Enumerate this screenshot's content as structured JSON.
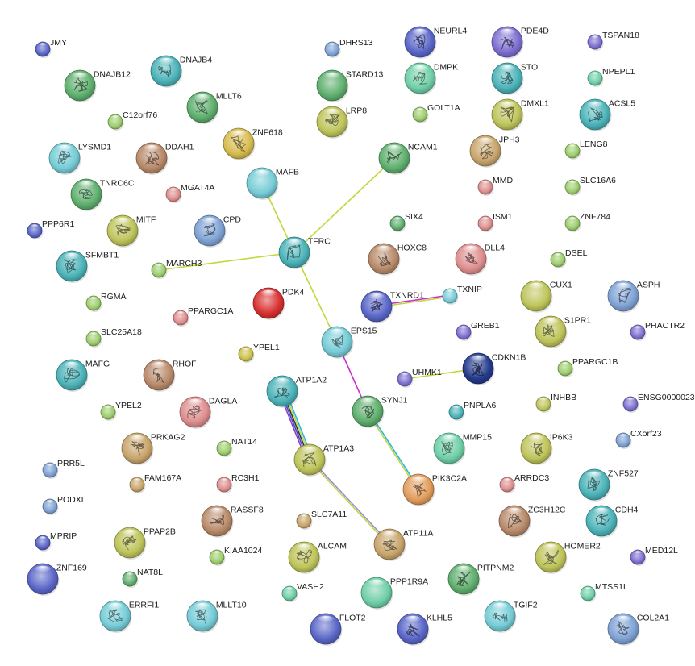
{
  "network": {
    "colors": {
      "blue": "#5a66c8",
      "lightblue": "#7fa2d4",
      "green": "#5faf6e",
      "mint": "#6fcfa7",
      "teal": "#4bb3b8",
      "cyan": "#76ccd6",
      "olive": "#bec45a",
      "yellow": "#cdc14a",
      "tan": "#c8a56c",
      "brown": "#b88a6a",
      "pink": "#de8e8e",
      "red": "#d83030",
      "purple": "#7c6fd0",
      "lime": "#9ccd6b",
      "navy": "#243a8c",
      "gold": "#d8bc50",
      "orange": "#e29d5c"
    },
    "edge_colors": {
      "yellowgreen": "#c3d63c",
      "magenta": "#cc2ecc",
      "cyan": "#29b6d8",
      "blue": "#3c46cc",
      "black": "#333333",
      "green": "#33b34a",
      "purple": "#8a3cc8",
      "lavender": "#9a8ed8"
    },
    "nodes": [
      {
        "id": "JMY",
        "label": "JMY",
        "size": "s",
        "color": "blue",
        "struct": false
      },
      {
        "id": "DNAJB12",
        "label": "DNAJB12",
        "size": "l",
        "color": "green",
        "struct": true
      },
      {
        "id": "DNAJB4",
        "label": "DNAJB4",
        "size": "l",
        "color": "teal",
        "struct": true
      },
      {
        "id": "DHRS13",
        "label": "DHRS13",
        "size": "s",
        "color": "lightblue",
        "struct": false
      },
      {
        "id": "NEURL4",
        "label": "NEURL4",
        "size": "l",
        "color": "blue",
        "struct": true
      },
      {
        "id": "PDE4D",
        "label": "PDE4D",
        "size": "l",
        "color": "purple",
        "struct": true
      },
      {
        "id": "TSPAN18",
        "label": "TSPAN18",
        "size": "s",
        "color": "purple",
        "struct": false
      },
      {
        "id": "STARD13",
        "label": "STARD13",
        "size": "l",
        "color": "green",
        "struct": false
      },
      {
        "id": "DMPK",
        "label": "DMPK",
        "size": "l",
        "color": "mint",
        "struct": true
      },
      {
        "id": "STO",
        "label": "STO",
        "size": "l",
        "color": "teal",
        "struct": true
      },
      {
        "id": "NPEPL1",
        "label": "NPEPL1",
        "size": "s",
        "color": "mint",
        "struct": false
      },
      {
        "id": "MLLT6",
        "label": "MLLT6",
        "size": "l",
        "color": "green",
        "struct": true
      },
      {
        "id": "C12orf76",
        "label": "C12orf76",
        "size": "s",
        "color": "lime",
        "struct": false
      },
      {
        "id": "LRP8",
        "label": "LRP8",
        "size": "l",
        "color": "olive",
        "struct": true
      },
      {
        "id": "GOLT1A",
        "label": "GOLT1A",
        "size": "s",
        "color": "lime",
        "struct": false
      },
      {
        "id": "DMXL1",
        "label": "DMXL1",
        "size": "l",
        "color": "olive",
        "struct": true
      },
      {
        "id": "ACSL5",
        "label": "ACSL5",
        "size": "l",
        "color": "teal",
        "struct": true
      },
      {
        "id": "LYSMD1",
        "label": "LYSMD1",
        "size": "l",
        "color": "cyan",
        "struct": true
      },
      {
        "id": "DDAH1",
        "label": "DDAH1",
        "size": "l",
        "color": "brown",
        "struct": true
      },
      {
        "id": "ZNF618",
        "label": "ZNF618",
        "size": "l",
        "color": "gold",
        "struct": true
      },
      {
        "id": "NCAM1",
        "label": "NCAM1",
        "size": "l",
        "color": "green",
        "struct": true
      },
      {
        "id": "JPH3",
        "label": "JPH3",
        "size": "l",
        "color": "tan",
        "struct": true
      },
      {
        "id": "LENG8",
        "label": "LENG8",
        "size": "s",
        "color": "lime",
        "struct": false
      },
      {
        "id": "MAFB",
        "label": "MAFB",
        "size": "l",
        "color": "cyan",
        "struct": false
      },
      {
        "id": "TNRC6C",
        "label": "TNRC6C",
        "size": "l",
        "color": "green",
        "struct": true
      },
      {
        "id": "MGAT4A",
        "label": "MGAT4A",
        "size": "s",
        "color": "pink",
        "struct": false
      },
      {
        "id": "MMD",
        "label": "MMD",
        "size": "s",
        "color": "pink",
        "struct": false
      },
      {
        "id": "SLC16A6",
        "label": "SLC16A6",
        "size": "s",
        "color": "lime",
        "struct": false
      },
      {
        "id": "PPP6R1",
        "label": "PPP6R1",
        "size": "s",
        "color": "blue",
        "struct": false
      },
      {
        "id": "MITF",
        "label": "MITF",
        "size": "l",
        "color": "olive",
        "struct": true
      },
      {
        "id": "CPD",
        "label": "CPD",
        "size": "l",
        "color": "lightblue",
        "struct": true
      },
      {
        "id": "SIX4",
        "label": "SIX4",
        "size": "s",
        "color": "green",
        "struct": false
      },
      {
        "id": "ISM1",
        "label": "ISM1",
        "size": "s",
        "color": "pink",
        "struct": false
      },
      {
        "id": "ZNF784",
        "label": "ZNF784",
        "size": "s",
        "color": "lime",
        "struct": false
      },
      {
        "id": "TFRC",
        "label": "TFRC",
        "size": "l",
        "color": "teal",
        "struct": true
      },
      {
        "id": "SFMBT1",
        "label": "SFMBT1",
        "size": "l",
        "color": "teal",
        "struct": true
      },
      {
        "id": "MARCH3",
        "label": "MARCH3",
        "size": "s",
        "color": "lime",
        "struct": false
      },
      {
        "id": "HOXC8",
        "label": "HOXC8",
        "size": "l",
        "color": "brown",
        "struct": true
      },
      {
        "id": "DLL4",
        "label": "DLL4",
        "size": "l",
        "color": "pink",
        "struct": true
      },
      {
        "id": "DSEL",
        "label": "DSEL",
        "size": "s",
        "color": "lime",
        "struct": false
      },
      {
        "id": "PDK4",
        "label": "PDK4",
        "size": "l",
        "color": "red",
        "struct": false
      },
      {
        "id": "TXNRD1",
        "label": "TXNRD1",
        "size": "l",
        "color": "blue",
        "struct": true
      },
      {
        "id": "TXNIP",
        "label": "TXNIP",
        "size": "s",
        "color": "cyan",
        "struct": false
      },
      {
        "id": "CUX1",
        "label": "CUX1",
        "size": "l",
        "color": "olive",
        "struct": false
      },
      {
        "id": "ASPH",
        "label": "ASPH",
        "size": "l",
        "color": "lightblue",
        "struct": true
      },
      {
        "id": "RGMA",
        "label": "RGMA",
        "size": "s",
        "color": "lime",
        "struct": false
      },
      {
        "id": "PPARGC1A",
        "label": "PPARGC1A",
        "size": "s",
        "color": "pink",
        "struct": false
      },
      {
        "id": "EPS15",
        "label": "EPS15",
        "size": "l",
        "color": "cyan",
        "struct": true
      },
      {
        "id": "S1PR1",
        "label": "S1PR1",
        "size": "l",
        "color": "olive",
        "struct": true
      },
      {
        "id": "SLC25A18",
        "label": "SLC25A18",
        "size": "s",
        "color": "lime",
        "struct": false
      },
      {
        "id": "YPEL1",
        "label": "YPEL1",
        "size": "s",
        "color": "yellow",
        "struct": false
      },
      {
        "id": "GREB1",
        "label": "GREB1",
        "size": "s",
        "color": "purple",
        "struct": false
      },
      {
        "id": "PHACTR2",
        "label": "PHACTR2",
        "size": "s",
        "color": "purple",
        "struct": false
      },
      {
        "id": "MAFG",
        "label": "MAFG",
        "size": "l",
        "color": "teal",
        "struct": true
      },
      {
        "id": "RHOF",
        "label": "RHOF",
        "size": "l",
        "color": "brown",
        "struct": true
      },
      {
        "id": "CDKN1B",
        "label": "CDKN1B",
        "size": "l",
        "color": "navy",
        "struct": true
      },
      {
        "id": "PPARGC1B",
        "label": "PPARGC1B",
        "size": "s",
        "color": "lime",
        "struct": false
      },
      {
        "id": "ATP1A2",
        "label": "ATP1A2",
        "size": "l",
        "color": "teal",
        "struct": true
      },
      {
        "id": "UHMK1",
        "label": "UHMK1",
        "size": "s",
        "color": "purple",
        "struct": false
      },
      {
        "id": "YPEL2",
        "label": "YPEL2",
        "size": "s",
        "color": "lime",
        "struct": false
      },
      {
        "id": "DAGLA",
        "label": "DAGLA",
        "size": "l",
        "color": "pink",
        "struct": true
      },
      {
        "id": "SYNJ1",
        "label": "SYNJ1",
        "size": "l",
        "color": "green",
        "struct": true
      },
      {
        "id": "INHBB",
        "label": "INHBB",
        "size": "s",
        "color": "olive",
        "struct": false
      },
      {
        "id": "ENSG",
        "label": "ENSG0000023",
        "size": "s",
        "color": "purple",
        "struct": false
      },
      {
        "id": "PNPLA6",
        "label": "PNPLA6",
        "size": "s",
        "color": "teal",
        "struct": false
      },
      {
        "id": "PRKAG2",
        "label": "PRKAG2",
        "size": "l",
        "color": "tan",
        "struct": true
      },
      {
        "id": "NAT14",
        "label": "NAT14",
        "size": "s",
        "color": "lime",
        "struct": false
      },
      {
        "id": "MMP15",
        "label": "MMP15",
        "size": "l",
        "color": "mint",
        "struct": true
      },
      {
        "id": "IP6K3",
        "label": "IP6K3",
        "size": "l",
        "color": "olive",
        "struct": true
      },
      {
        "id": "CXorf23",
        "label": "CXorf23",
        "size": "s",
        "color": "lightblue",
        "struct": false
      },
      {
        "id": "ATP1A3",
        "label": "ATP1A3",
        "size": "l",
        "color": "olive",
        "struct": true
      },
      {
        "id": "PRR5L",
        "label": "PRR5L",
        "size": "s",
        "color": "lightblue",
        "struct": false
      },
      {
        "id": "FAM167A",
        "label": "FAM167A",
        "size": "s",
        "color": "tan",
        "struct": false
      },
      {
        "id": "RC3H1",
        "label": "RC3H1",
        "size": "s",
        "color": "pink",
        "struct": false
      },
      {
        "id": "PIK3C2A",
        "label": "PIK3C2A",
        "size": "l",
        "color": "orange",
        "struct": true
      },
      {
        "id": "ARRDC3",
        "label": "ARRDC3",
        "size": "s",
        "color": "pink",
        "struct": false
      },
      {
        "id": "ZNF527",
        "label": "ZNF527",
        "size": "l",
        "color": "teal",
        "struct": true
      },
      {
        "id": "PODXL",
        "label": "PODXL",
        "size": "s",
        "color": "lightblue",
        "struct": false
      },
      {
        "id": "RASSF8",
        "label": "RASSF8",
        "size": "l",
        "color": "brown",
        "struct": true
      },
      {
        "id": "SLC7A11",
        "label": "SLC7A11",
        "size": "s",
        "color": "tan",
        "struct": false
      },
      {
        "id": "ZC3H12C",
        "label": "ZC3H12C",
        "size": "l",
        "color": "brown",
        "struct": true
      },
      {
        "id": "CDH4",
        "label": "CDH4",
        "size": "l",
        "color": "teal",
        "struct": true
      },
      {
        "id": "MPRIP",
        "label": "MPRIP",
        "size": "s",
        "color": "blue",
        "struct": false
      },
      {
        "id": "PPAP2B",
        "label": "PPAP2B",
        "size": "l",
        "color": "olive",
        "struct": true
      },
      {
        "id": "ATP11A",
        "label": "ATP11A",
        "size": "l",
        "color": "tan",
        "struct": true
      },
      {
        "id": "ALCAM",
        "label": "ALCAM",
        "size": "l",
        "color": "olive",
        "struct": true
      },
      {
        "id": "HOMER2",
        "label": "HOMER2",
        "size": "l",
        "color": "olive",
        "struct": true
      },
      {
        "id": "MED12L",
        "label": "MED12L",
        "size": "s",
        "color": "purple",
        "struct": false
      },
      {
        "id": "ZNF169",
        "label": "ZNF169",
        "size": "l",
        "color": "blue",
        "struct": false
      },
      {
        "id": "KIAA1024",
        "label": "KIAA1024",
        "size": "s",
        "color": "lime",
        "struct": false
      },
      {
        "id": "NAT8L",
        "label": "NAT8L",
        "size": "s",
        "color": "green",
        "struct": false
      },
      {
        "id": "PITPNM2",
        "label": "PITPNM2",
        "size": "l",
        "color": "green",
        "struct": true
      },
      {
        "id": "PPP1R9A",
        "label": "PPP1R9A",
        "size": "l",
        "color": "mint",
        "struct": false
      },
      {
        "id": "VASH2",
        "label": "VASH2",
        "size": "s",
        "color": "mint",
        "struct": false
      },
      {
        "id": "MTSS1L",
        "label": "MTSS1L",
        "size": "s",
        "color": "mint",
        "struct": false
      },
      {
        "id": "ERRFI1",
        "label": "ERRFI1",
        "size": "l",
        "color": "cyan",
        "struct": true
      },
      {
        "id": "MLLT10",
        "label": "MLLT10",
        "size": "l",
        "color": "cyan",
        "struct": true
      },
      {
        "id": "FLOT2",
        "label": "FLOT2",
        "size": "l",
        "color": "blue",
        "struct": false
      },
      {
        "id": "KLHL5",
        "label": "KLHL5",
        "size": "l",
        "color": "blue",
        "struct": true
      },
      {
        "id": "TGIF2",
        "label": "TGIF2",
        "size": "l",
        "color": "cyan",
        "struct": true
      },
      {
        "id": "COL2A1",
        "label": "COL2A1",
        "size": "l",
        "color": "lightblue",
        "struct": true
      }
    ],
    "edges": [
      {
        "from": "MAFB",
        "to": "TFRC",
        "colors": [
          "yellowgreen"
        ]
      },
      {
        "from": "NCAM1",
        "to": "TFRC",
        "colors": [
          "yellowgreen"
        ]
      },
      {
        "from": "MARCH3",
        "to": "TFRC",
        "colors": [
          "yellowgreen"
        ]
      },
      {
        "from": "TFRC",
        "to": "EPS15",
        "colors": [
          "yellowgreen"
        ]
      },
      {
        "from": "EPS15",
        "to": "SYNJ1",
        "colors": [
          "magenta"
        ]
      },
      {
        "from": "TXNRD1",
        "to": "TXNIP",
        "colors": [
          "magenta",
          "yellowgreen"
        ]
      },
      {
        "from": "UHMK1",
        "to": "CDKN1B",
        "colors": [
          "yellowgreen"
        ]
      },
      {
        "from": "SYNJ1",
        "to": "PIK3C2A",
        "colors": [
          "cyan",
          "yellowgreen"
        ]
      },
      {
        "from": "ATP1A2",
        "to": "ATP1A3",
        "colors": [
          "cyan",
          "yellowgreen",
          "black",
          "blue",
          "purple"
        ]
      },
      {
        "from": "ATP1A3",
        "to": "ATP11A",
        "colors": [
          "lavender",
          "yellowgreen"
        ]
      }
    ]
  }
}
